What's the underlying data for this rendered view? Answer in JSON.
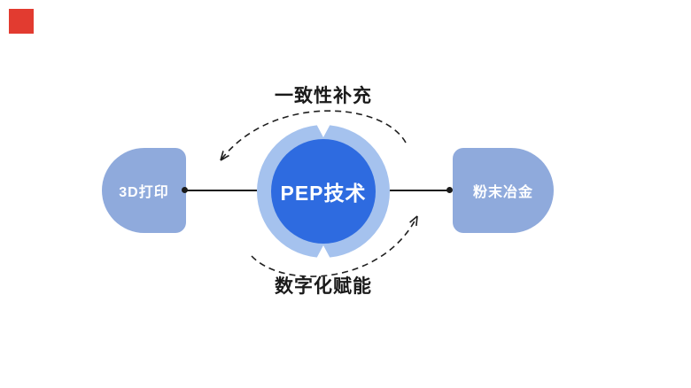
{
  "colors": {
    "background": "#ffffff",
    "accent-red": "#e23b30",
    "node-blue": "#8faadc",
    "ring-blue": "#a5c2ee",
    "core-blue": "#2e6be0",
    "line-dark": "#1a1a1a",
    "text-dark": "#1a1a1a",
    "text-white": "#ffffff"
  },
  "diagram": {
    "top_label": "一致性补充",
    "bottom_label": "数字化赋能",
    "center": {
      "label": "PEP技术"
    },
    "left_node": {
      "label": "3D打印"
    },
    "right_node": {
      "label": "粉末冶金"
    }
  }
}
